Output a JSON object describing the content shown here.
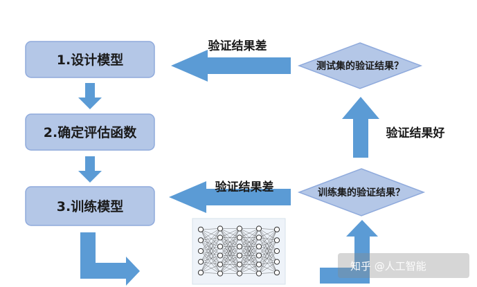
{
  "steps": {
    "design": "1.设计模型",
    "evaluate": "2.确定评估函数",
    "train": "3.训练模型"
  },
  "decisions": {
    "test_result": "测试集的验证结果？",
    "train_result": "训练集的验证结果？"
  },
  "arrow_labels": {
    "top_bad": "验证结果差",
    "bottom_bad": "验证结果差",
    "good": "验证结果好"
  },
  "watermark": "知乎 @人工智能"
}
